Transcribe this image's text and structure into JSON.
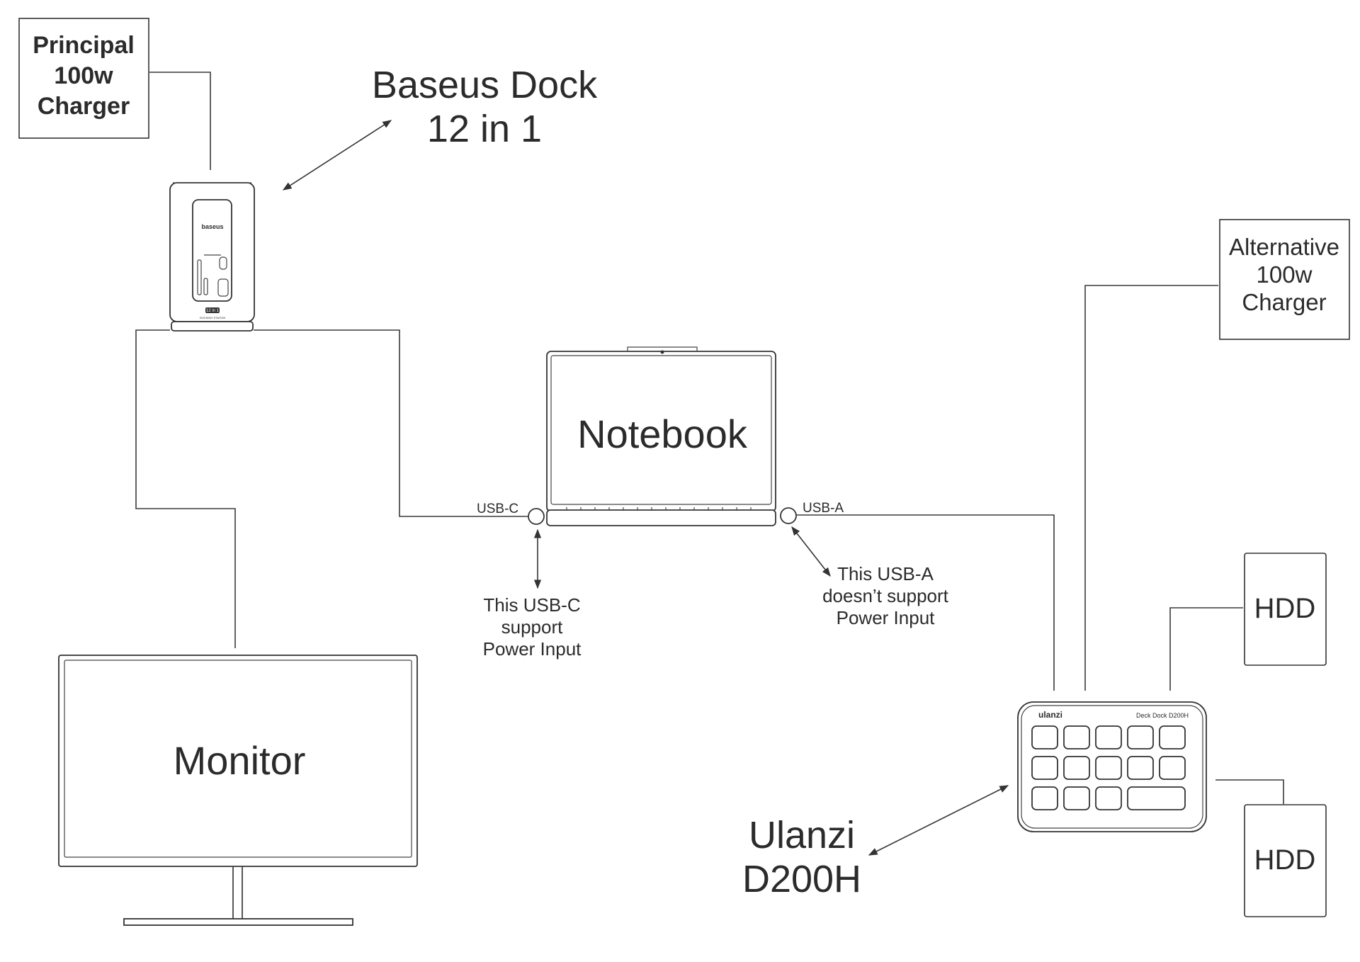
{
  "colors": {
    "line": "#333333",
    "text": "#2b2b2b",
    "background": "#ffffff"
  },
  "principal_charger": {
    "lines": [
      "Principal",
      "100w",
      "Charger"
    ]
  },
  "alternative_charger": {
    "lines": [
      "Alternative",
      "100w",
      "Charger"
    ]
  },
  "baseus_dock": {
    "title_lines": [
      "Baseus Dock",
      "12 in 1"
    ],
    "brand_text": "baseus",
    "badge_text": "12 in 1",
    "caption_text": "DOCKING STATION"
  },
  "notebook": {
    "label": "Notebook"
  },
  "monitor": {
    "label": "Monitor"
  },
  "ports": {
    "usb_c_label": "USB-C",
    "usb_a_label": "USB-A"
  },
  "notes": {
    "usb_c": [
      "This USB-C",
      "support",
      "Power Input"
    ],
    "usb_a": [
      "This USB-A",
      "doesn’t support",
      "Power Input"
    ]
  },
  "ulanzi": {
    "title_lines": [
      "Ulanzi",
      "D200H"
    ],
    "brand_text": "ulanzi",
    "model_text": "Deck Dock D200H"
  },
  "hdd_top": {
    "label": "HDD"
  },
  "hdd_bottom": {
    "label": "HDD"
  }
}
